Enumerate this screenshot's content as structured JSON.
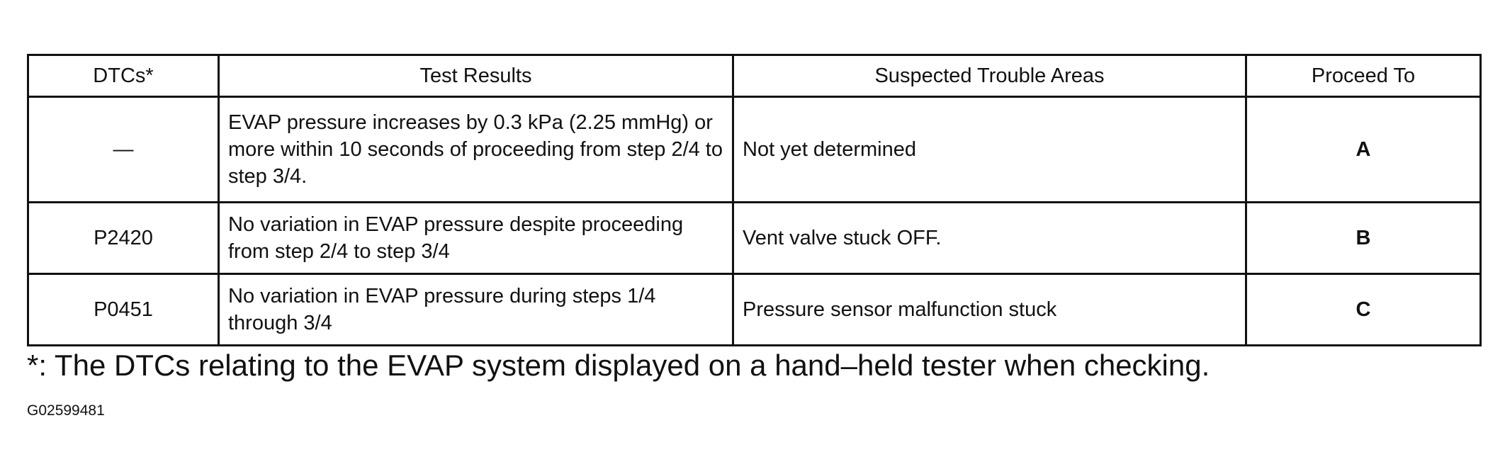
{
  "table": {
    "headers": [
      "DTCs*",
      "Test Results",
      "Suspected Trouble Areas",
      "Proceed To"
    ],
    "rows": [
      {
        "dtc": "—",
        "test_result": "EVAP pressure increases by 0.3 kPa (2.25 mmHg) or more within 10 seconds of proceeding from step 2/4 to step 3/4.",
        "trouble_area": "Not yet determined",
        "proceed_to": "A"
      },
      {
        "dtc": "P2420",
        "test_result": "No variation in EVAP pressure despite proceeding from step 2/4 to step 3/4",
        "trouble_area": "Vent valve stuck OFF.",
        "proceed_to": "B"
      },
      {
        "dtc": "P0451",
        "test_result": "No variation in EVAP pressure during steps 1/4 through 3/4",
        "trouble_area": "Pressure sensor malfunction stuck",
        "proceed_to": "C"
      }
    ]
  },
  "footnote": "*: The DTCs relating to the EVAP system displayed on a hand–held tester when checking.",
  "figure_code": "G02599481"
}
